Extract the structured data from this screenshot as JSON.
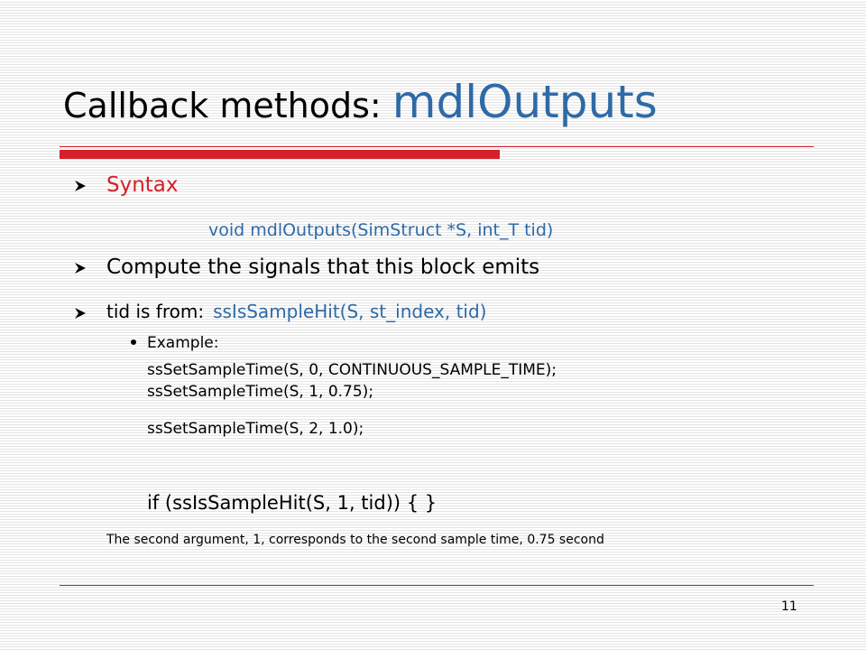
{
  "slide": {
    "title_main": "Callback methods: ",
    "title_accent": "mdlOutputs",
    "bullets": {
      "syntax": "Syntax",
      "syntax_code": "void mdlOutputs(SimStruct *S, int_T tid)",
      "compute": "Compute the signals that this block emits",
      "tid_prefix": "tid is from:",
      "tid_code": "ssIsSampleHit(S, st_index, tid)"
    },
    "example": {
      "label": "Example:",
      "lines": [
        "ssSetSampleTime(S, 0, CONTINUOUS_SAMPLE_TIME);",
        "ssSetSampleTime(S, 1, 0.75);",
        "ssSetSampleTime(S, 2, 1.0);"
      ],
      "if_line": "if (ssIsSampleHit(S, 1, tid)) {   }",
      "note": "The second argument, 1, corresponds to the second sample time, 0.75 second"
    },
    "page_number": "11"
  },
  "colors": {
    "accent_blue": "#2e6aa6",
    "accent_red": "#d4202a"
  },
  "icons": {
    "bullet": "arrow-bullet-icon",
    "sub_bullet": "dot-bullet-icon"
  }
}
